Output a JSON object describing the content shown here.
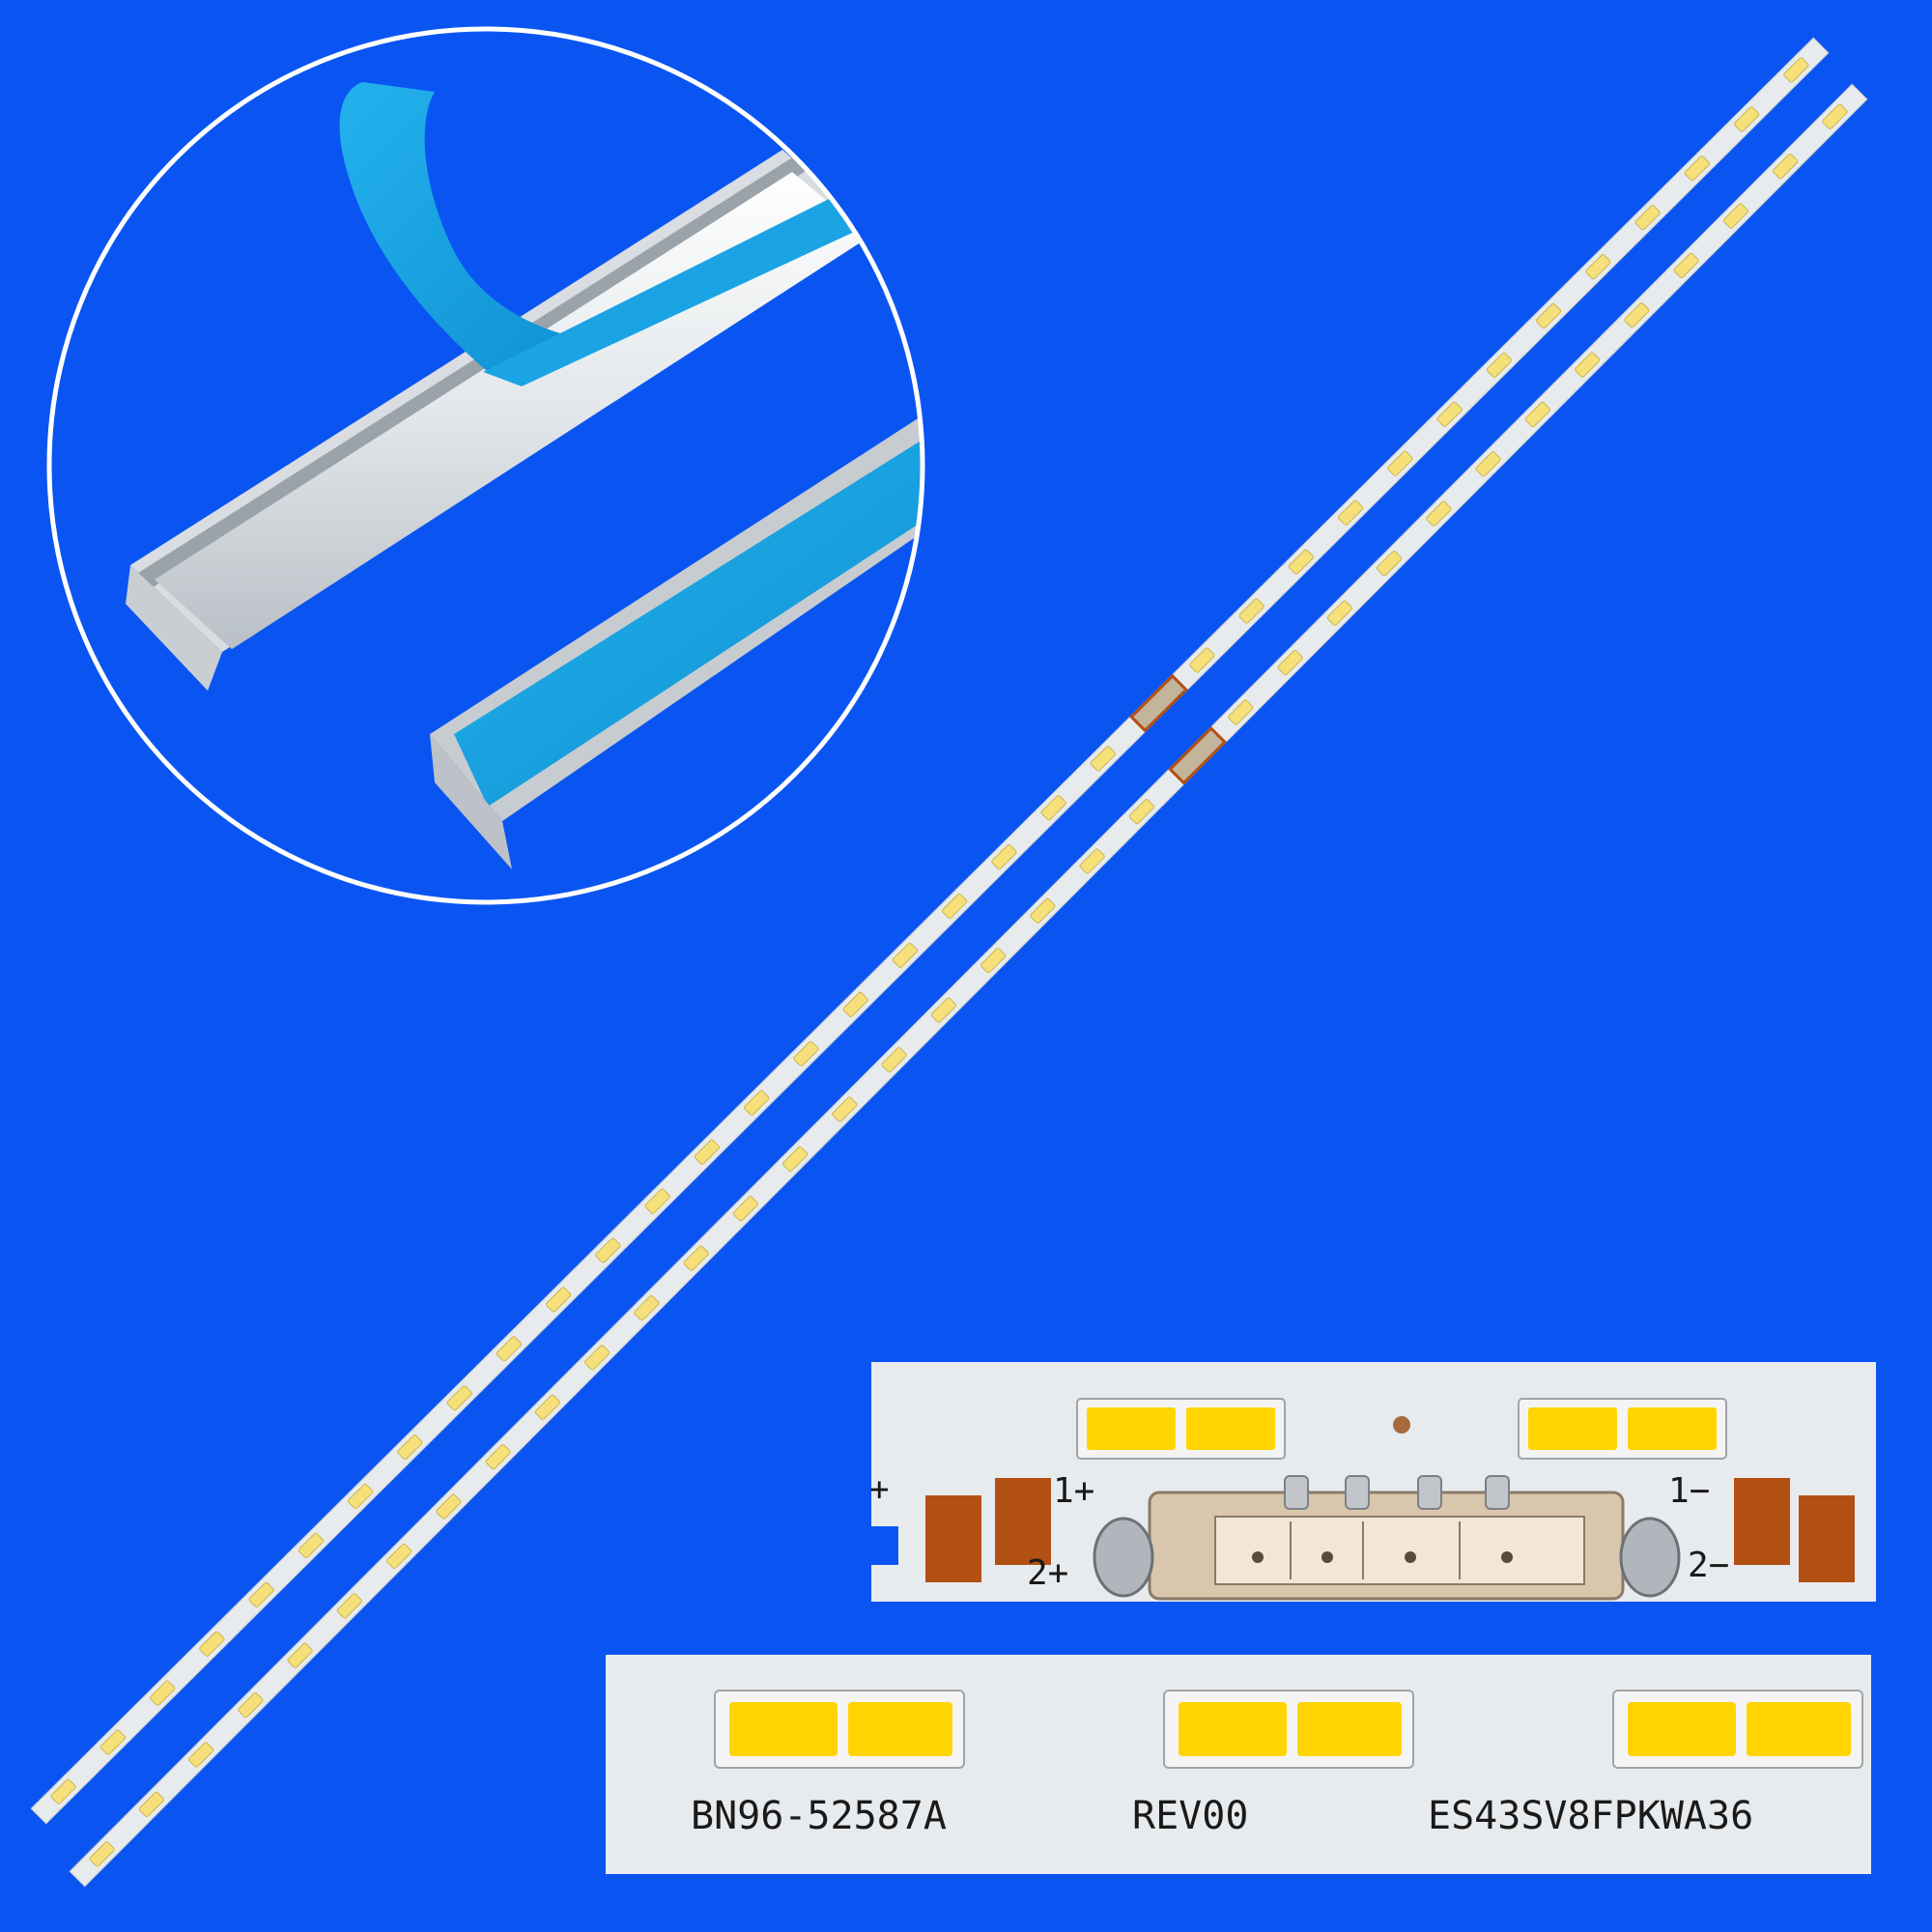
{
  "colors": {
    "background": "#0a55f2",
    "strip": "#e8ebee",
    "led_yellow": "#ffd400",
    "pad_copper": "#b24f12",
    "tape_blue": "#16a2e0",
    "circle_border": "#ffffff"
  },
  "strip": {
    "led_count": 36
  },
  "connector_closeup": {
    "labels": {
      "pin_1_plus": "1+",
      "pin_2_plus": "2+",
      "pin_1_minus": "1−",
      "pin_2_minus": "2−",
      "edge_plus": "+"
    }
  },
  "marking_closeup": {
    "part_number": "BN96-52587A",
    "revision": "REV00",
    "model_code": "ES43SV8FPKWA36"
  },
  "icons": {
    "inset": "magnifier-circle-icon"
  }
}
